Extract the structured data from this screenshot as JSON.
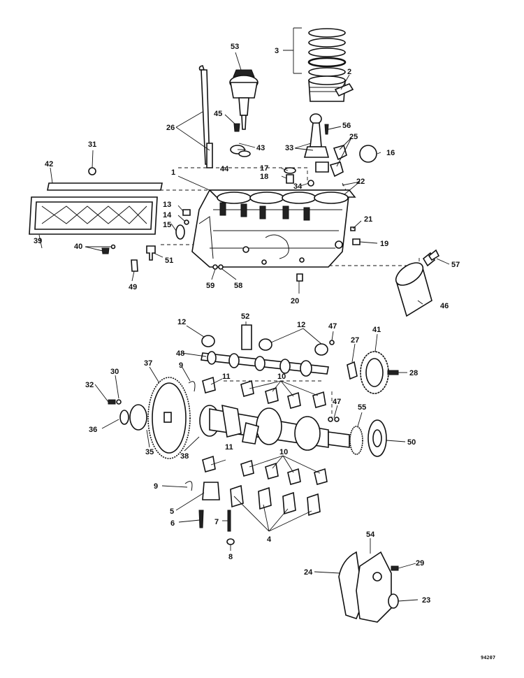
{
  "callouts": [
    "1",
    "2",
    "3",
    "4",
    "5",
    "6",
    "7",
    "8",
    "9",
    "9",
    "10",
    "10",
    "11",
    "11",
    "12",
    "12",
    "13",
    "14",
    "15",
    "16",
    "17",
    "18",
    "19",
    "20",
    "21",
    "22",
    "23",
    "24",
    "25",
    "26",
    "27",
    "28",
    "29",
    "30",
    "31",
    "32",
    "33",
    "34",
    "35",
    "36",
    "37",
    "38",
    "39",
    "40",
    "41",
    "42",
    "43",
    "44",
    "45",
    "46",
    "47",
    "47",
    "48",
    "49",
    "50",
    "51",
    "52",
    "53",
    "54",
    "55",
    "56",
    "57",
    "58",
    "59"
  ],
  "drawing_number": "94207",
  "colors": {
    "ink": "#111111",
    "paper": "#ffffff"
  }
}
